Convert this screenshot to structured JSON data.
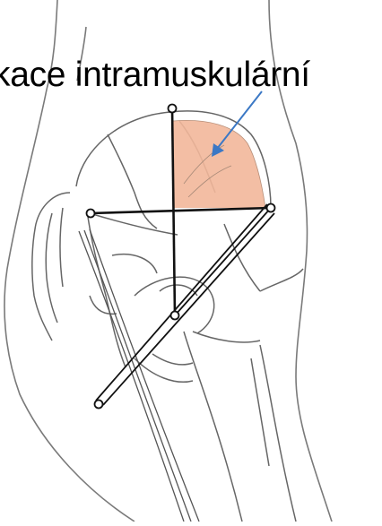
{
  "caption": "kace intramuskulární",
  "colors": {
    "injection_area": "#f2b79a",
    "arrow": "#3b78c5",
    "lines": "#111111",
    "outline": "#777777"
  },
  "figure": {
    "subject": "hip and pelvis lateral view",
    "region": "ventrogluteal injection area",
    "landmarks": 5
  }
}
